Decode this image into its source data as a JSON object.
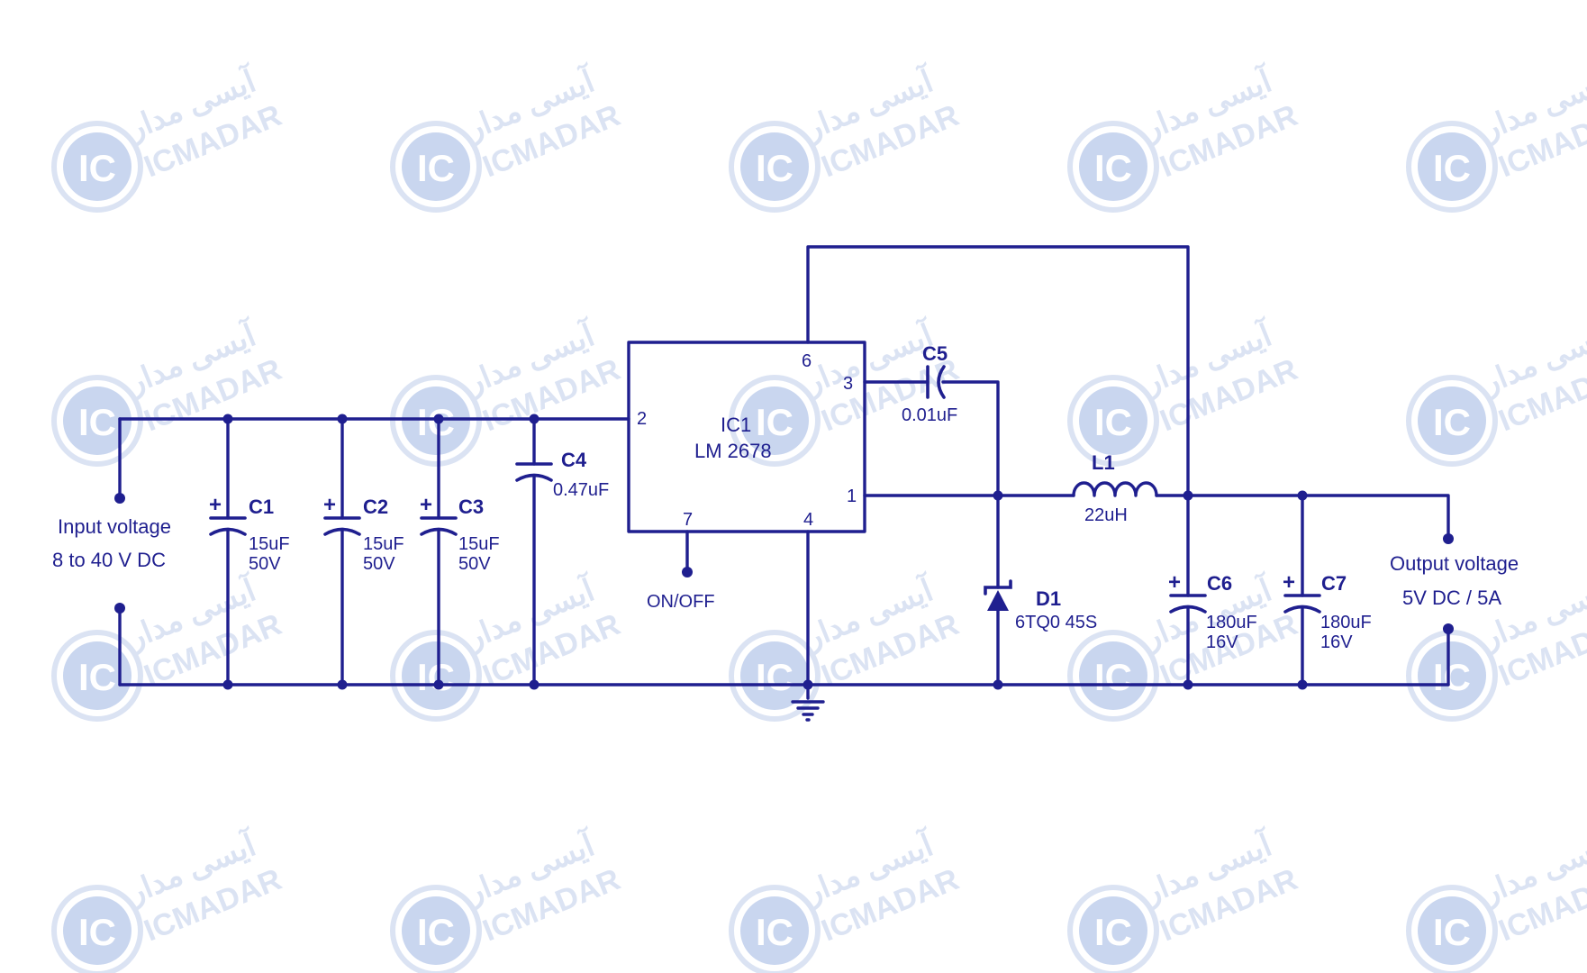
{
  "colors": {
    "wire": "#1f1f8f",
    "watermark": "#dbe3f3",
    "watermark_logo": "#c9d6ef",
    "background": "#ffffff"
  },
  "watermark": {
    "logo_text": "IC",
    "logo_subtext": "MADAR",
    "brand_text": "ICMADAR",
    "persian_text": "آیسی مدار"
  },
  "ic": {
    "ref": "IC1",
    "part": "LM  2678",
    "pins": {
      "p1": "1",
      "p2": "2",
      "p3": "3",
      "p4": "4",
      "p6": "6",
      "p7": "7"
    },
    "on_off_label": "ON/OFF"
  },
  "input": {
    "title": "Input voltage",
    "range": "8 to 40 V DC"
  },
  "output": {
    "title": "Output voltage",
    "spec": "5V DC / 5A"
  },
  "components": {
    "c1": {
      "ref": "C1",
      "value": "15uF",
      "voltage": "50V",
      "polarity": "+"
    },
    "c2": {
      "ref": "C2",
      "value": "15uF",
      "voltage": "50V",
      "polarity": "+"
    },
    "c3": {
      "ref": "C3",
      "value": "15uF",
      "voltage": "50V",
      "polarity": "+"
    },
    "c4": {
      "ref": "C4",
      "value": "0.47uF"
    },
    "c5": {
      "ref": "C5",
      "value": "0.01uF"
    },
    "c6": {
      "ref": "C6",
      "value": "180uF",
      "voltage": "16V",
      "polarity": "+"
    },
    "c7": {
      "ref": "C7",
      "value": "180uF",
      "voltage": "16V",
      "polarity": "+"
    },
    "l1": {
      "ref": "L1",
      "value": "22uH"
    },
    "d1": {
      "ref": "D1",
      "part": "6TQ0 45S"
    }
  }
}
